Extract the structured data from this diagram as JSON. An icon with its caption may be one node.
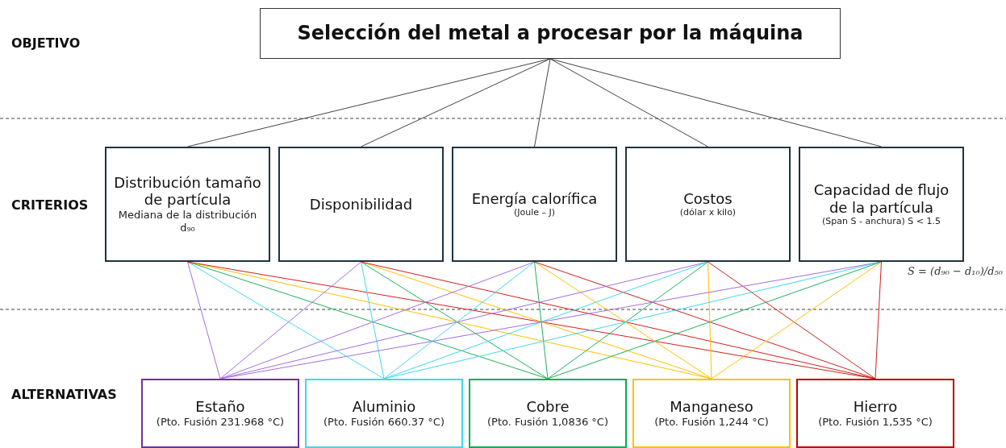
{
  "diagram": {
    "nodes": [
      {
        "text": [
          "Selección del metal a procesar por la máquina"
        ]
      },
      {
        "text": [
          "Distribución tamaño de partícula",
          "Mediana de la distribución d₉₀"
        ]
      },
      {
        "text": [
          "Disponibilidad"
        ]
      },
      {
        "text": [
          "Energía calorífica",
          "(Joule – J)"
        ]
      },
      {
        "text": [
          "Costos",
          "(dólar x kilo)"
        ]
      },
      {
        "text": [
          "Capacidad de flujo de la partícula",
          "(Span S - anchura) S < 1.5"
        ],
        "beside": [
          "S = (d₉₀ − d₁₀)/d₅₀"
        ]
      },
      {
        "text": [
          "Estaño",
          "(Pto. Fusión 231.968 °C)"
        ]
      },
      {
        "text": [
          "Aluminio",
          "(Pto. Fusión 660.37 °C)"
        ]
      },
      {
        "text": [
          "Cobre",
          "(Pto. Fusión 1,0836 °C)"
        ]
      },
      {
        "text": [
          "Manganeso",
          "(Pto. Fusión 1,244 °C)"
        ]
      },
      {
        "text": [
          "Hierro",
          "(Pto. Fusión 1,535 °C)"
        ]
      }
    ],
    "edges": [
      {
        "from": 0,
        "to": 1,
        "arrow": "none"
      },
      {
        "from": 0,
        "to": 2,
        "arrow": "none"
      },
      {
        "from": 0,
        "to": 3,
        "arrow": "none"
      },
      {
        "from": 0,
        "to": 4,
        "arrow": "none"
      },
      {
        "from": 0,
        "to": 5,
        "arrow": "none"
      },
      {
        "from": 1,
        "to": 6,
        "arrow": "none",
        "color": "#a070e0"
      },
      {
        "from": 1,
        "to": 7,
        "arrow": "none",
        "color": "#40d8f0"
      },
      {
        "from": 1,
        "to": 8,
        "arrow": "none",
        "color": "#20b060"
      },
      {
        "from": 1,
        "to": 9,
        "arrow": "none",
        "color": "#ffc000"
      },
      {
        "from": 1,
        "to": 10,
        "arrow": "none",
        "color": "#d02020"
      },
      {
        "from": 2,
        "to": 6,
        "arrow": "none",
        "color": "#a070e0"
      },
      {
        "from": 2,
        "to": 7,
        "arrow": "none",
        "color": "#40d8f0"
      },
      {
        "from": 2,
        "to": 8,
        "arrow": "none",
        "color": "#20b060"
      },
      {
        "from": 2,
        "to": 9,
        "arrow": "none",
        "color": "#ffc000"
      },
      {
        "from": 2,
        "to": 10,
        "arrow": "none",
        "color": "#d02020"
      },
      {
        "from": 3,
        "to": 6,
        "arrow": "none",
        "color": "#a070e0"
      },
      {
        "from": 3,
        "to": 7,
        "arrow": "none",
        "color": "#40d8f0"
      },
      {
        "from": 3,
        "to": 8,
        "arrow": "none",
        "color": "#20b060"
      },
      {
        "from": 3,
        "to": 9,
        "arrow": "none",
        "color": "#ffc000"
      },
      {
        "from": 3,
        "to": 10,
        "arrow": "none",
        "color": "#d02020"
      },
      {
        "from": 4,
        "to": 6,
        "arrow": "none",
        "color": "#a070e0"
      },
      {
        "from": 4,
        "to": 7,
        "arrow": "none",
        "color": "#40d8f0"
      },
      {
        "from": 4,
        "to": 8,
        "arrow": "none",
        "color": "#20b060"
      },
      {
        "from": 4,
        "to": 9,
        "arrow": "none",
        "color": "#ffc000"
      },
      {
        "from": 4,
        "to": 10,
        "arrow": "none",
        "color": "#d02020"
      },
      {
        "from": 5,
        "to": 6,
        "arrow": "none",
        "color": "#a070e0"
      },
      {
        "from": 5,
        "to": 7,
        "arrow": "none",
        "color": "#40d8f0"
      },
      {
        "from": 5,
        "to": 8,
        "arrow": "none",
        "color": "#20b060"
      },
      {
        "from": 5,
        "to": 9,
        "arrow": "none",
        "color": "#ffc000"
      },
      {
        "from": 5,
        "to": 10,
        "arrow": "none",
        "color": "#d02020"
      }
    ],
    "labels": [
      "OBJETIVO",
      "CRITERIOS",
      "ALTERNATIVAS"
    ]
  }
}
